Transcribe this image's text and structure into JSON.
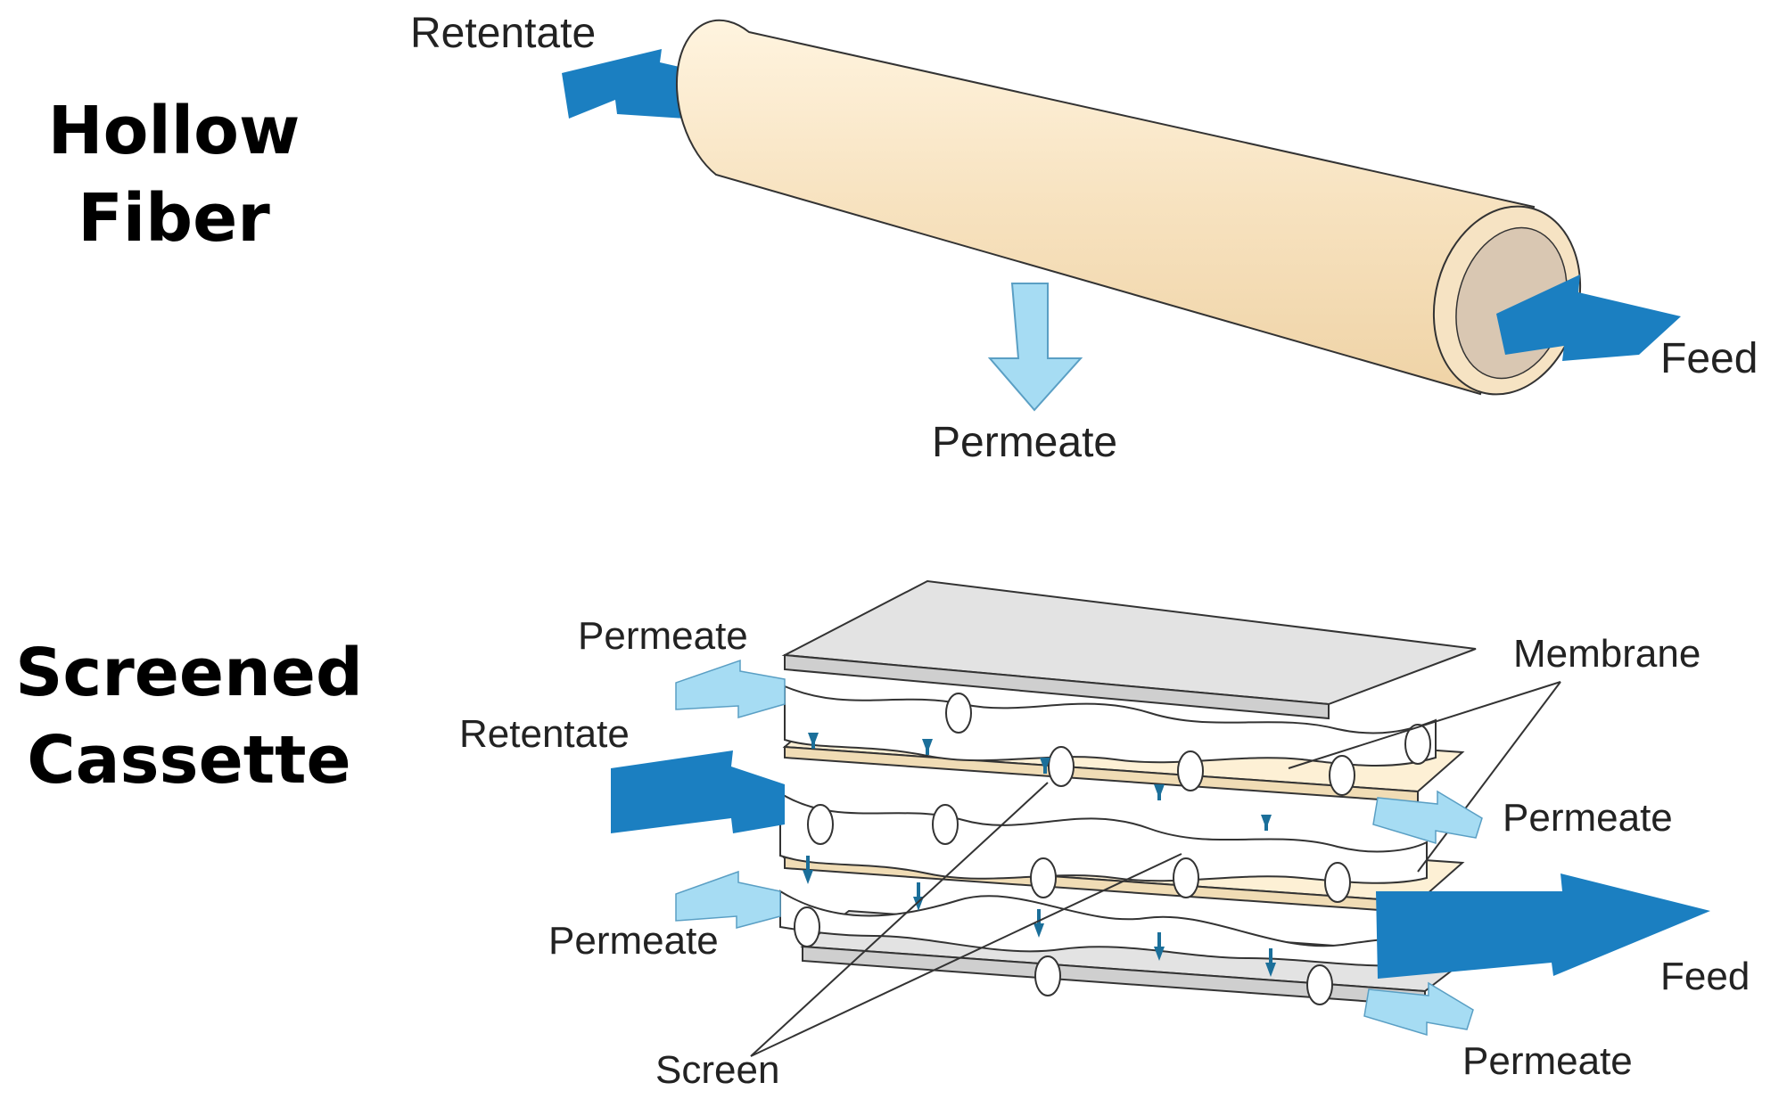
{
  "headings": {
    "hollow_fiber": [
      "Hollow",
      "Fiber"
    ],
    "screened_cassette": [
      "Screened",
      "Cassette"
    ]
  },
  "hollow_fiber": {
    "retentate": "Retentate",
    "permeate": "Permeate",
    "feed": "Feed"
  },
  "cassette": {
    "permeate_top_left": "Permeate",
    "retentate": "Retentate",
    "permeate_bottom_left": "Permeate",
    "membrane": "Membrane",
    "permeate_right_upper": "Permeate",
    "feed": "Feed",
    "permeate_right_lower": "Permeate",
    "screen": "Screen"
  },
  "colors": {
    "dark_blue_arrow": "#1b7fc1",
    "light_blue_arrow": "#a6dcf3",
    "tube_fill": "#f8e4c3",
    "membrane_fill": "#fdf0d5",
    "plate_fill": "#e3e3e3"
  }
}
